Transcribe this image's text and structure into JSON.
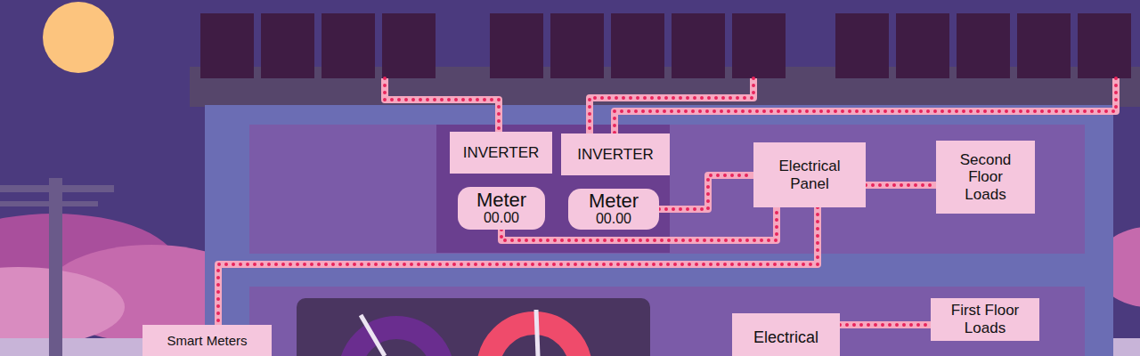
{
  "diagram": {
    "nodes": [
      {
        "text": [
          "INVERTER"
        ]
      },
      {
        "text": [
          "INVERTER"
        ]
      },
      {
        "text": [
          "Meter",
          "00.00"
        ]
      },
      {
        "text": [
          "Meter",
          "00.00"
        ]
      },
      {
        "text": [
          "Electrical Panel"
        ]
      },
      {
        "text": [
          "Second Floor Loads"
        ]
      },
      {
        "text": [
          "Smart Meters"
        ]
      },
      {
        "text": [
          "Electrical"
        ]
      },
      {
        "text": [
          "First Floor Loads"
        ]
      }
    ],
    "edges": [
      {
        "from": 2,
        "to": 4,
        "arrow": "none"
      },
      {
        "from": 3,
        "to": 4,
        "arrow": "none"
      },
      {
        "from": 4,
        "to": 5,
        "arrow": "none"
      },
      {
        "from": 4,
        "to": 6,
        "arrow": "none"
      },
      {
        "from": 7,
        "to": 8,
        "arrow": "none"
      }
    ]
  }
}
